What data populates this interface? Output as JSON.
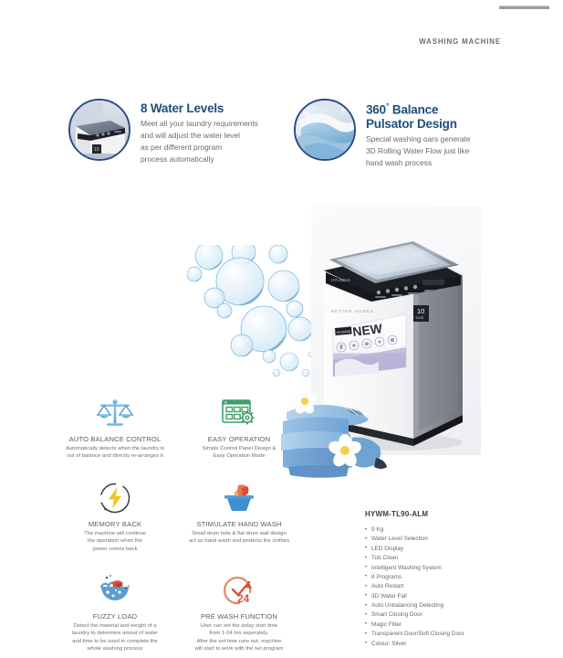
{
  "header": {
    "title": "WASHING MACHINE"
  },
  "callouts": [
    {
      "icon": "washing-machine-photo",
      "heading": "8 Water Levels",
      "degree": "",
      "lines": [
        "Meet all your laundry requirements",
        "and will adjust the water level",
        "as per different program",
        "process automatically"
      ]
    },
    {
      "icon": "pulsator-water-flow-photo",
      "heading": "360",
      "degree": "°",
      "heading2": " Balance",
      "heading_line2": "Pulsator Design",
      "lines": [
        "Special washing oars generate",
        "3D Rolling Water Flow just like",
        "hand wash process"
      ]
    }
  ],
  "product": {
    "badge_years": "10",
    "badge_sub": "YEAR",
    "sticker_label": "NEW",
    "brand": "BETTER HOMES"
  },
  "features": [
    {
      "icon": "balance-scale-icon",
      "title": "AUTO BALANCE CONTROL",
      "desc": [
        "Automatically detects when the laundry is",
        "out of balance and directly re-arranges it"
      ]
    },
    {
      "icon": "control-panel-gear-icon",
      "title": "EASY OPERATION",
      "desc": [
        "Simple Control Panel Design &",
        "Easy Operation Mode"
      ]
    },
    {
      "icon": "lightning-bolt-icon",
      "title": "MEMORY BACK",
      "desc": [
        "The machine will continue",
        "the operation when the",
        "power comes back"
      ]
    },
    {
      "icon": "hand-wash-tub-icon",
      "title": "STIMULATE HAND WASH",
      "desc": [
        "Small drum hole & flat drum wall design",
        "act as hand wash and protects the clothes"
      ]
    },
    {
      "icon": "laundry-basin-icon",
      "title": "FUZZY LOAD",
      "desc": [
        "Detect the material and weight of a",
        "laundry to determine amout of water",
        "and time to be used to complete the",
        "whole washing process"
      ]
    },
    {
      "icon": "delay-timer-24-icon",
      "title": "PRE WASH FUNCTION",
      "desc": [
        "User can set the delay start time",
        "from 1-24 hrs seperately.",
        "After the set time runs out, machine",
        "will start to work with the set program"
      ]
    }
  ],
  "spec": {
    "model": "HYWM-TL90-ALM",
    "items": [
      "9 Kg",
      "Water Level Selection",
      "LED Display",
      "Tub Clean",
      "Intelligent Washing System",
      "8 Programs",
      "Auto Restart",
      "3D Water Fall",
      "Auto Unbalancing Detecting",
      "Smart Closing Door",
      "Magic Filter",
      "Transparent Door/Soft Closing Door",
      "Colour: Silver"
    ]
  },
  "colors": {
    "heading": "#1f4e79",
    "ring": "#2b4a84",
    "body_text": "#6a6b6d",
    "icon_blue": "#66b9e0",
    "icon_green": "#3f9d6d",
    "icon_yellow": "#f6c325",
    "icon_red": "#d94d3a"
  }
}
